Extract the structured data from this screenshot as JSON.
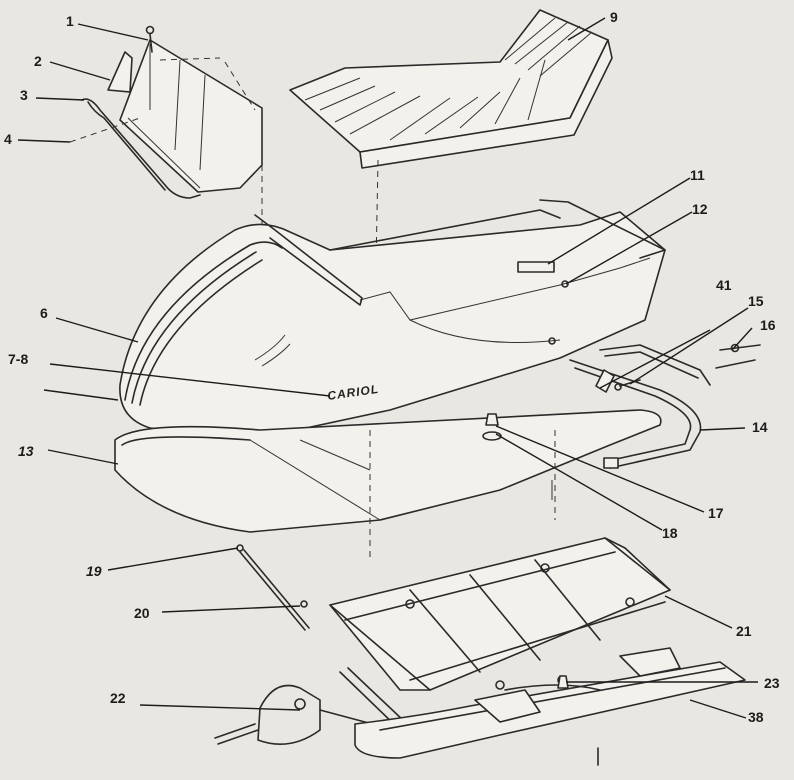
{
  "brand": "CARIOL",
  "callouts": [
    {
      "id": "1",
      "text": "1"
    },
    {
      "id": "2",
      "text": "2"
    },
    {
      "id": "3",
      "text": "3"
    },
    {
      "id": "4",
      "text": "4"
    },
    {
      "id": "6",
      "text": "6"
    },
    {
      "id": "7-8",
      "text": "7-8"
    },
    {
      "id": "9",
      "text": "9"
    },
    {
      "id": "11",
      "text": "11"
    },
    {
      "id": "12",
      "text": "12"
    },
    {
      "id": "13",
      "text": "13"
    },
    {
      "id": "14",
      "text": "14"
    },
    {
      "id": "15",
      "text": "15"
    },
    {
      "id": "16",
      "text": "16"
    },
    {
      "id": "17",
      "text": "17"
    },
    {
      "id": "18",
      "text": "18"
    },
    {
      "id": "19",
      "text": "19"
    },
    {
      "id": "20",
      "text": "20"
    },
    {
      "id": "21",
      "text": "21"
    },
    {
      "id": "22",
      "text": "22"
    },
    {
      "id": "23",
      "text": "23"
    },
    {
      "id": "38",
      "text": "38"
    },
    {
      "id": "41",
      "text": "41"
    }
  ]
}
